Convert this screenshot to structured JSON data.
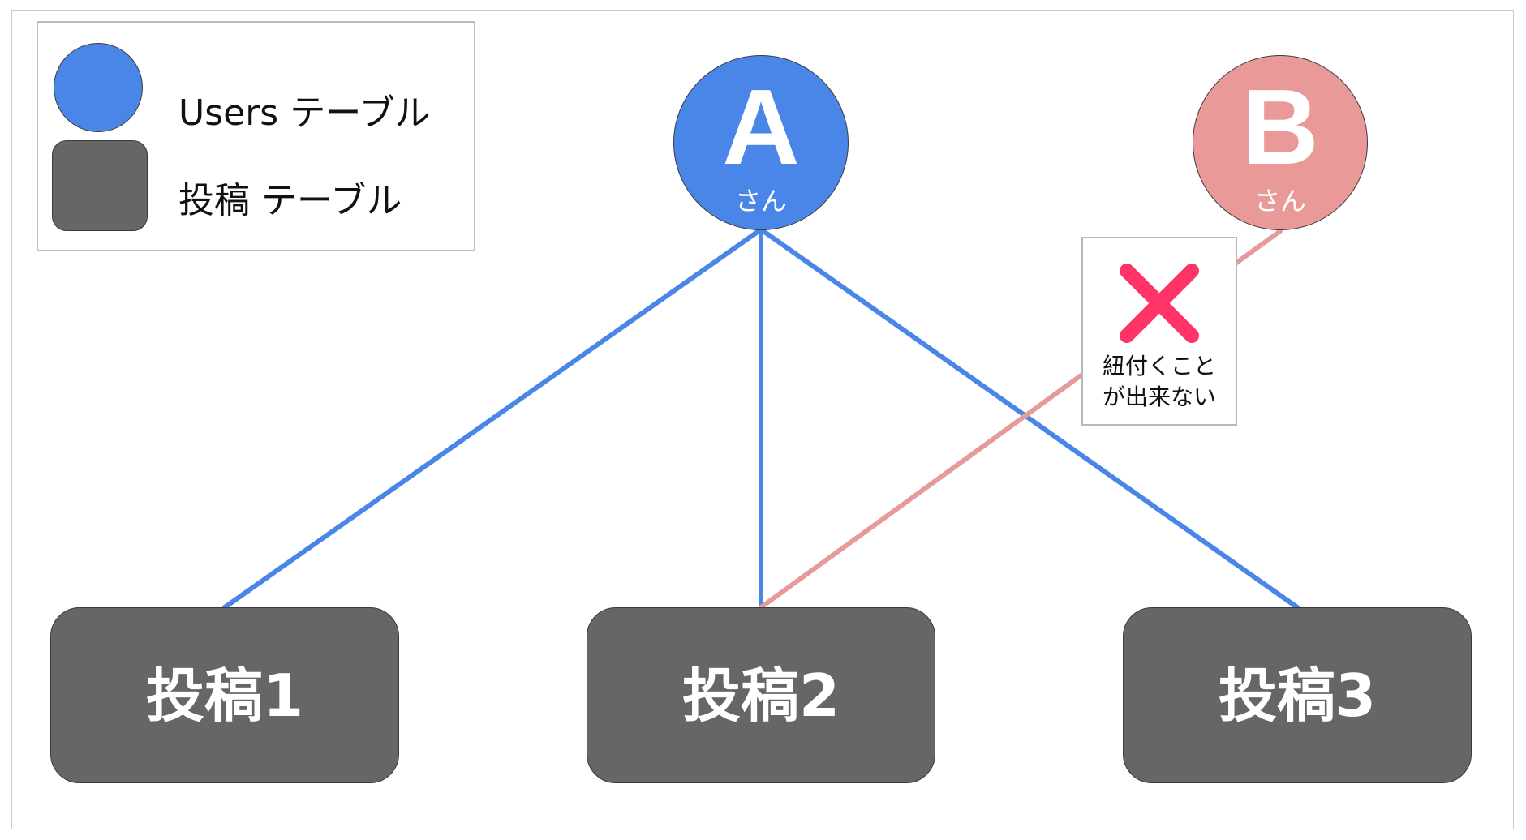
{
  "legend": {
    "users_label": "Users テーブル",
    "posts_label": "投稿 テーブル"
  },
  "users": [
    {
      "letter": "A",
      "suffix": "さん",
      "color": "#4a86e8"
    },
    {
      "letter": "B",
      "suffix": "さん",
      "color": "#ea9999"
    }
  ],
  "posts": [
    {
      "label": "投稿1"
    },
    {
      "label": "投稿2"
    },
    {
      "label": "投稿3"
    }
  ],
  "note": {
    "line1": "紐付くこと",
    "line2": "が出来ない",
    "icon": "cross-icon",
    "icon_color": "#ff3366"
  },
  "colors": {
    "user_a_link": "#4a86e8",
    "user_b_link": "#e69a9a",
    "post_fill": "#666666"
  }
}
